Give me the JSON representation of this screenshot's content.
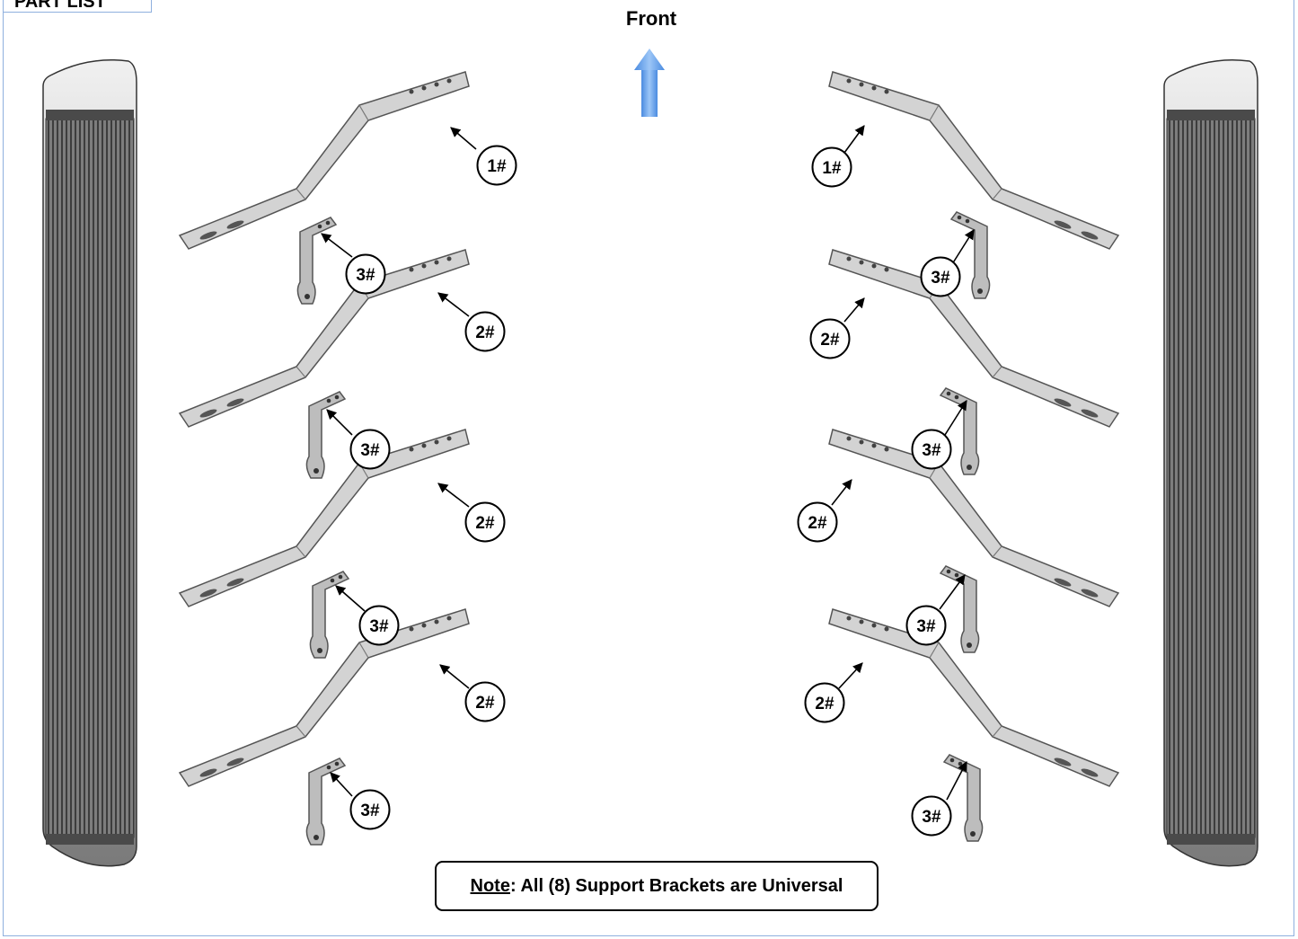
{
  "page": {
    "title": "PART LIST",
    "direction_label": "Front",
    "note_prefix": "Note",
    "note_text": ": All (8) Support Brackets are Universal"
  },
  "callouts": {
    "left": [
      "1#",
      "3#",
      "2#",
      "3#",
      "2#",
      "3#",
      "2#",
      "3#"
    ],
    "right": [
      "1#",
      "3#",
      "2#",
      "3#",
      "2#",
      "3#",
      "2#",
      "3#"
    ]
  },
  "colors": {
    "arrow": "#5b9bea",
    "frame": "#8fb0de",
    "metal": "#c9c9c9",
    "board": "#6f6f6f"
  }
}
